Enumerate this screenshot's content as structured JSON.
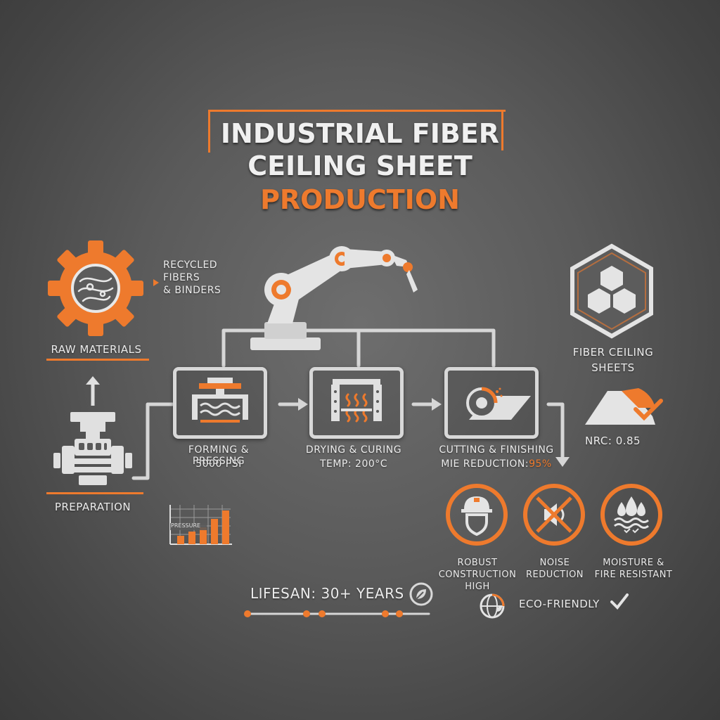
{
  "title": {
    "line1": "INDUSTRIAL FIBER",
    "line2": "CEILING SHEET",
    "line3": "PRODUCTION"
  },
  "raw_materials": {
    "label": "RAW MATERIALS",
    "note_line1": "RECYCLED",
    "note_line2": "FIBERS",
    "note_line3": "& BINDERS",
    "icon": "gear-icon"
  },
  "preparation": {
    "label": "PREPARATION",
    "icon": "machine-icon"
  },
  "steps": [
    {
      "title": "FORMING & PRESSING",
      "value": "5000 PSI",
      "icon": "press-icon"
    },
    {
      "title": "DRYING & CURING",
      "value": "TEMP: 200°C",
      "icon": "heater-icon"
    },
    {
      "title": "CUTTING & FINISHING",
      "value_prefix": "MIE REDUCTION:",
      "value_highlight": "95%",
      "icon": "saw-icon"
    }
  ],
  "product": {
    "label_line1": "FIBER CEILING",
    "label_line2": "SHEETS",
    "nrc": "NRC: 0.85",
    "icon": "hexagon-icon"
  },
  "mini_chart_label": "PRESSURE",
  "features": [
    {
      "line1": "ROBUST",
      "line2": "CONSTRUCTION",
      "line3": "HIGH",
      "icon": "helmet-shield-icon"
    },
    {
      "line1": "NOISE",
      "line2": "REDUCTION",
      "line3": "",
      "icon": "muted-speaker-icon"
    },
    {
      "line1": "MOISTURE &",
      "line2": "FIRE RESISTANT",
      "line3": "",
      "icon": "water-fire-icon"
    }
  ],
  "lifespan": "LIFESAN: 30+ YEARS",
  "eco": "ECO-FRIENDLY",
  "colors": {
    "accent": "#ee7a2d",
    "light": "#e0e0e0",
    "background": "#5a5a5a"
  }
}
